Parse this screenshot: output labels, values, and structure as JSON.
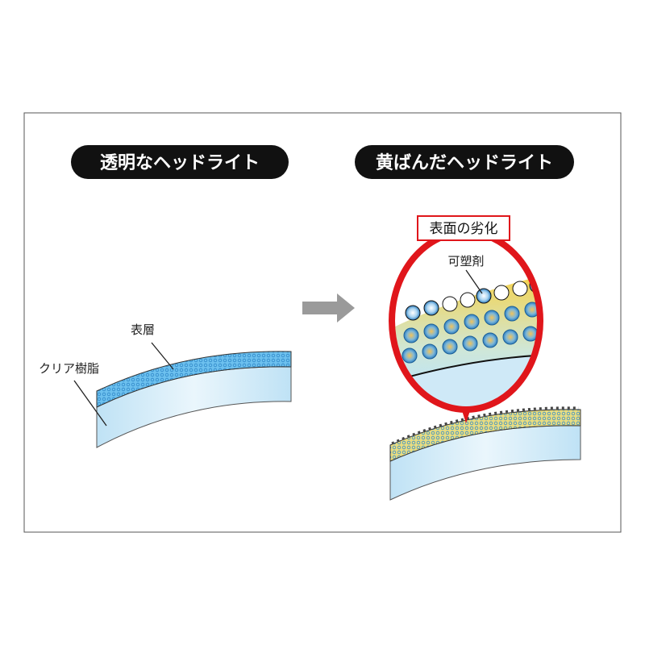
{
  "left_panel": {
    "title": "透明なヘッドライト",
    "label_surface": "表層",
    "label_resin": "クリア樹脂"
  },
  "right_panel": {
    "title": "黄ばんだヘッドライト",
    "callout_title": "表面の劣化",
    "label_plasticizer": "可塑剤"
  },
  "colors": {
    "callout_red": "#e0161b",
    "pill_black": "#111111",
    "resin_blue": "#cfe9f7",
    "surface_blue": "#5fb8ea",
    "yellowed": "#f4d35e",
    "arrow_gray": "#9a9a9a"
  }
}
